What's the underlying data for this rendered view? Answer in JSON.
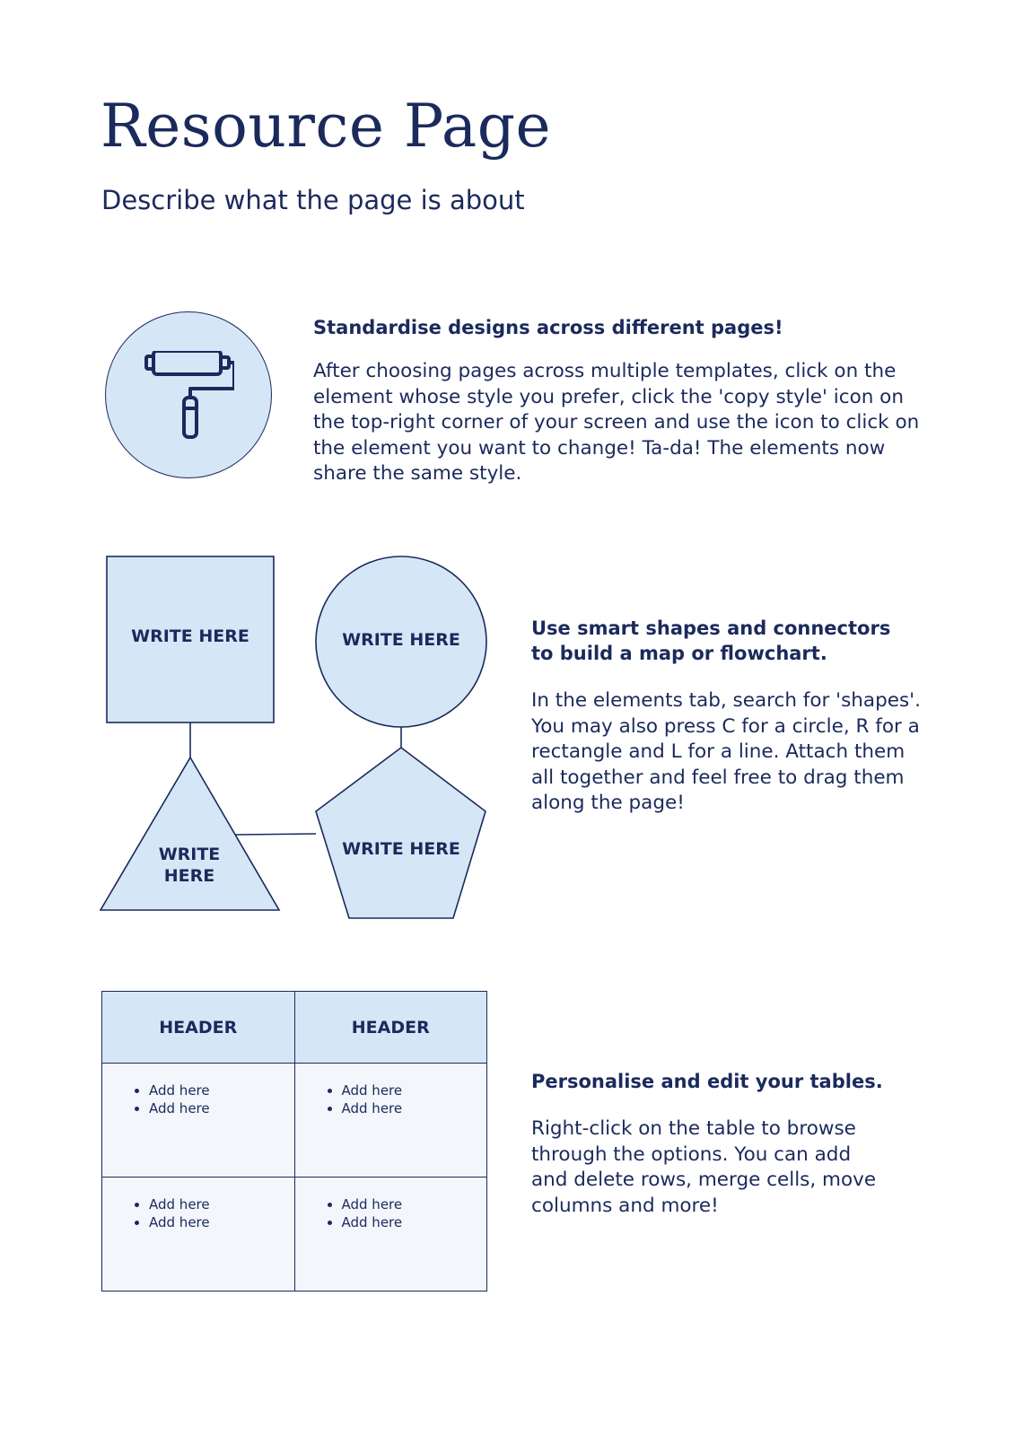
{
  "page": {
    "title": "Resource Page",
    "subtitle": "Describe what the page is about"
  },
  "colors": {
    "navy": "#1b2a5c",
    "light_blue": "#d5e7f6",
    "cell_bg": "#f3f6fb"
  },
  "section1": {
    "icon": "paint-roller-icon",
    "heading": "Standardise designs across different pages!",
    "body": "After choosing pages across multiple templates, click on the element whose style you prefer, click the 'copy style' icon on the top-right corner of your screen and use the icon to click on the element you want to change! Ta-da! The elements now share the same style."
  },
  "section2": {
    "heading": "Use smart shapes and connectors to build a map or flowchart.",
    "body": "In the elements tab, search for 'shapes'. You may also press C for a circle, R for a rectangle and L for a line. Attach them all together and feel free to drag them along the page!",
    "shapes": {
      "square": "WRITE HERE",
      "circle": "WRITE HERE",
      "triangle": "WRITE HERE",
      "pentagon": "WRITE HERE"
    }
  },
  "section3": {
    "heading": "Personalise and edit your tables.",
    "body": "Right-click on the table to browse through the options. You can add and delete rows, merge cells, move columns and more!",
    "table": {
      "headers": [
        "HEADER",
        "HEADER"
      ],
      "rows": [
        [
          [
            "Add here",
            "Add here"
          ],
          [
            "Add here",
            "Add here"
          ]
        ],
        [
          [
            "Add here",
            "Add here"
          ],
          [
            "Add here",
            "Add here"
          ]
        ]
      ]
    }
  }
}
